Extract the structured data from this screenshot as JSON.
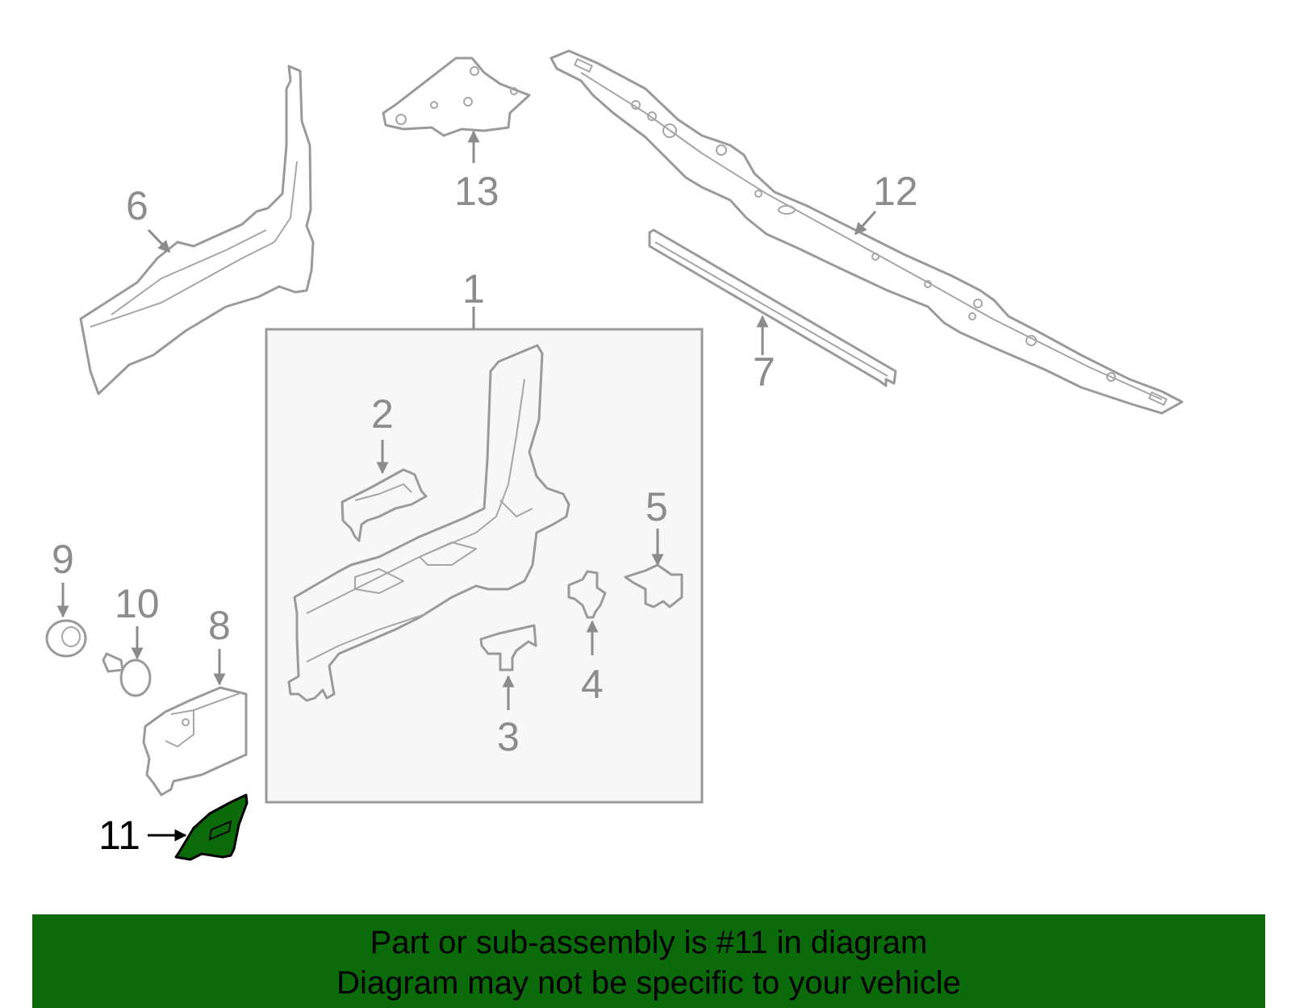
{
  "callouts": {
    "c1": "1",
    "c2": "2",
    "c3": "3",
    "c4": "4",
    "c5": "5",
    "c6": "6",
    "c7": "7",
    "c8": "8",
    "c9": "9",
    "c10": "10",
    "c11": "11",
    "c12": "12",
    "c13": "13"
  },
  "highlight": {
    "part": "11",
    "color": "#0b6b0b"
  },
  "footer": {
    "line1": "Part or sub-assembly is #11 in diagram",
    "line2": "Diagram may not be specific to your vehicle"
  }
}
